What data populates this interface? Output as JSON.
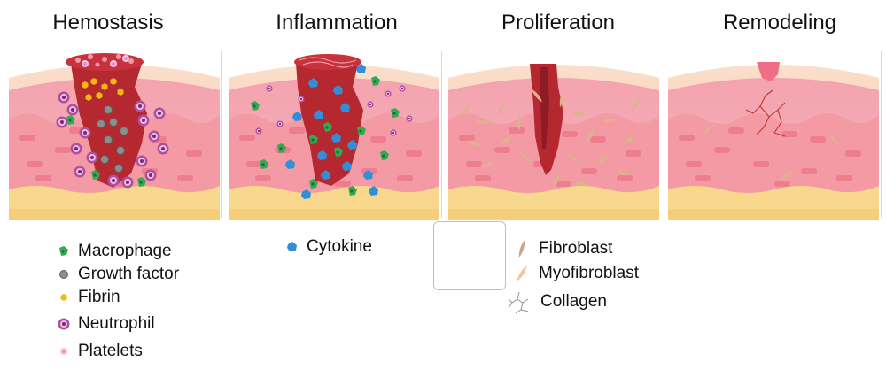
{
  "stages": [
    {
      "title": "Hemostasis"
    },
    {
      "title": "Inflammation"
    },
    {
      "title": "Proliferation"
    },
    {
      "title": "Remodeling"
    }
  ],
  "legend": {
    "macrophage": "Macrophage",
    "growth_factor": "Growth factor",
    "fibrin": "Fibrin",
    "neutrophil": "Neutrophil",
    "platelets": "Platelets",
    "cytokine": "Cytokine",
    "fibroblast": "Fibroblast",
    "myofibroblast": "Myofibroblast",
    "collagen": "Collagen"
  },
  "colors": {
    "epidermis": "#f6c8a8",
    "dermis": "#f4a7b0",
    "dermis_dark": "#f08898",
    "fat": "#f7d78a",
    "wound": "#b0262f",
    "clot": "#c0303a",
    "macrophage": "#34a853",
    "growth_factor": "#8c8c8c",
    "fibrin": "#f2b90f",
    "neutrophil": "#a23d8f",
    "platelets": "#f1b6e6",
    "cytokine": "#2f8fd8",
    "fibroblast": "#d8b08c",
    "collagen": "#c0392b"
  }
}
